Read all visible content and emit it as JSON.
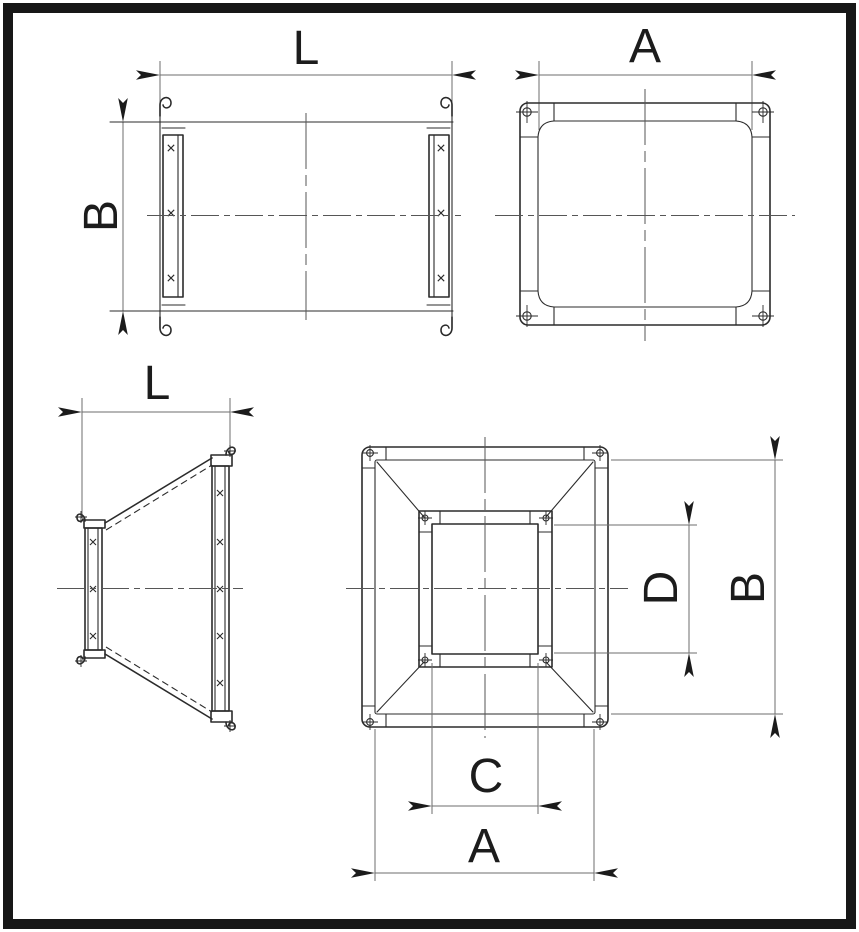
{
  "drawing": {
    "views": {
      "duct_side": {
        "dim_length": "L",
        "dim_height": "B"
      },
      "duct_front": {
        "dim_width": "A"
      },
      "transition_side": {
        "dim_length": "L"
      },
      "transition_front": {
        "dim_inner_height": "D",
        "dim_outer_height": "B",
        "dim_inner_width": "C",
        "dim_outer_width": "A"
      }
    },
    "symbols": {
      "flange_fastener_mark": "x",
      "bolt_hole": "crosshair-circle-icon"
    },
    "colors": {
      "line": "#2b2b2b",
      "dim": "#6e6e6e",
      "centerline": "#565656",
      "text": "#1c1c1c",
      "arrow": "#1b1b1b",
      "border": "#171717",
      "bg": "#ffffff"
    }
  }
}
